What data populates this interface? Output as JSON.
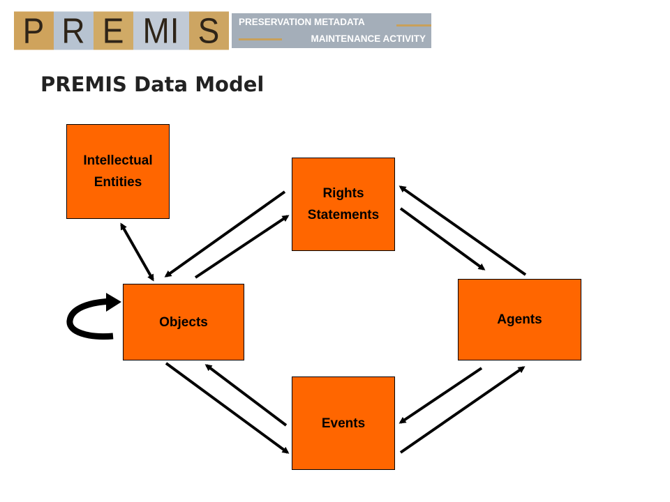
{
  "logo": {
    "letters": [
      "P",
      "R",
      "E",
      "MI",
      "S"
    ],
    "banner_line1": "PRESERVATION METADATA",
    "banner_line2": "MAINTENANCE ACTIVITY"
  },
  "title": "PREMIS Data Model",
  "entities": {
    "intellectual_entities": "Intellectual\nEntities",
    "rights_statements": "Rights\nStatements",
    "objects": "Objects",
    "agents": "Agents",
    "events": "Events"
  },
  "colors": {
    "entity_fill": "#ff6600",
    "arrow": "#000000",
    "logo_gold": "#cfa35c",
    "logo_blue": "#b7c3d1",
    "banner": "#a4aeb9"
  }
}
